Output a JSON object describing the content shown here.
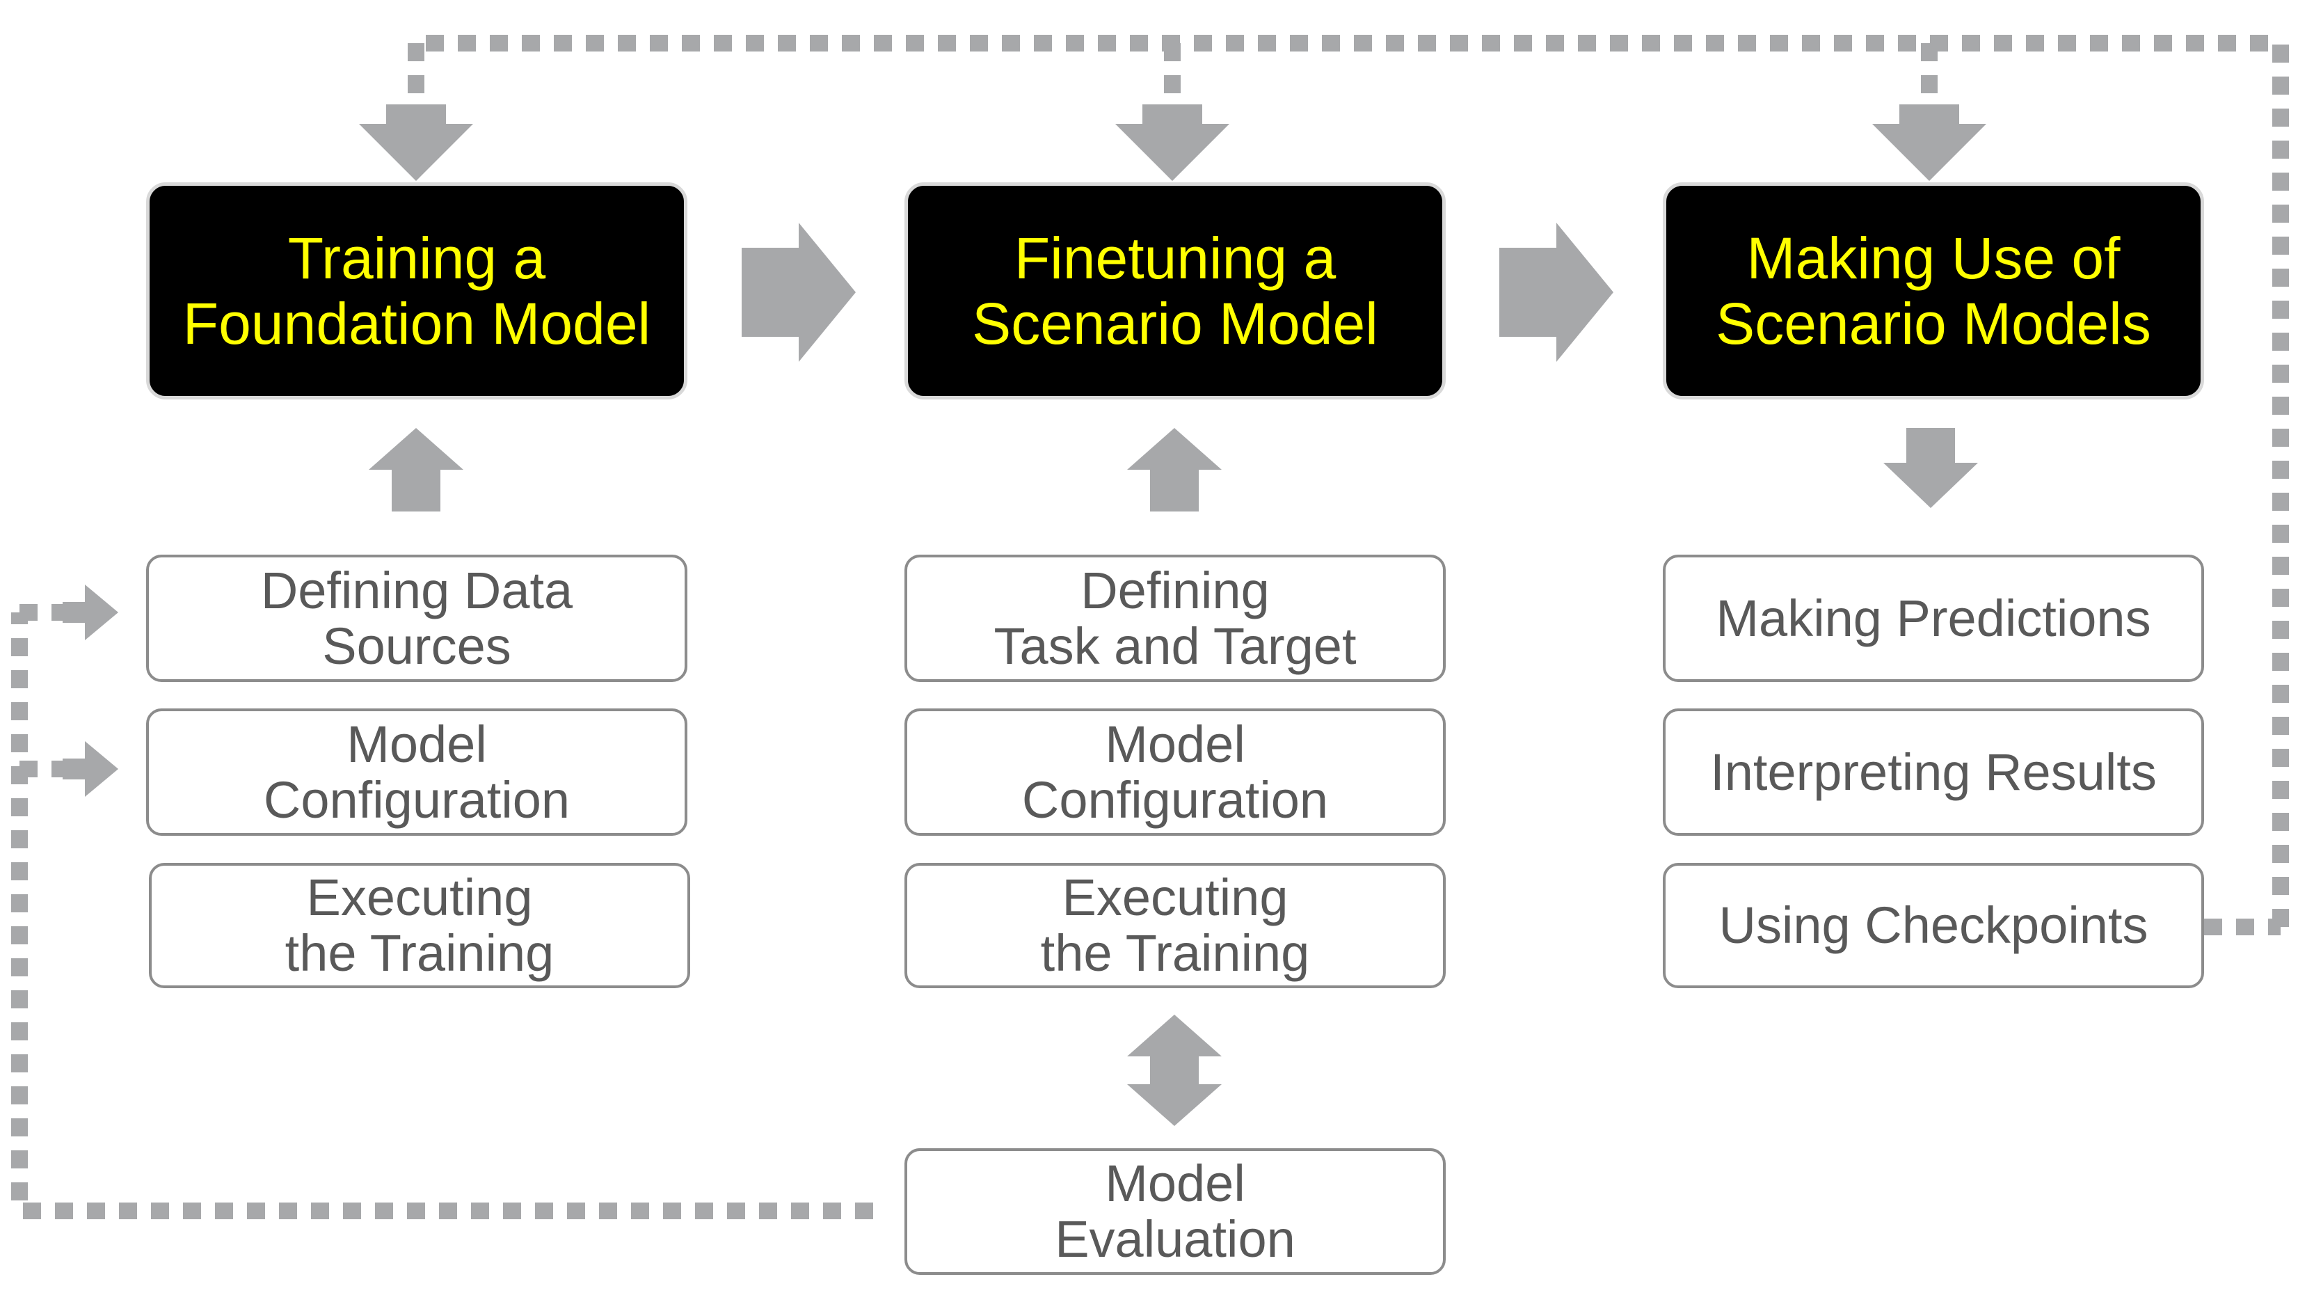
{
  "colors": {
    "header_bg": "#000000",
    "header_text": "#ffff00",
    "sub_text": "#595959",
    "sub_border": "#8c8c8c",
    "arrow": "#a7a8aa"
  },
  "columns": [
    {
      "header": [
        "Training a",
        "Foundation Model"
      ],
      "items": [
        [
          "Defining Data",
          "Sources"
        ],
        [
          "Model",
          "Configuration"
        ],
        [
          "Executing",
          "the Training"
        ]
      ]
    },
    {
      "header": [
        "Finetuning a",
        "Scenario Model"
      ],
      "items": [
        [
          "Defining",
          "Task and Target"
        ],
        [
          "Model",
          "Configuration"
        ],
        [
          "Executing",
          "the Training"
        ]
      ],
      "evaluation": [
        "Model",
        "Evaluation"
      ]
    },
    {
      "header": [
        "Making Use of",
        "Scenario Models"
      ],
      "items": [
        [
          "Making Predictions"
        ],
        [
          "Interpreting Results"
        ],
        [
          "Using Checkpoints"
        ]
      ]
    }
  ]
}
